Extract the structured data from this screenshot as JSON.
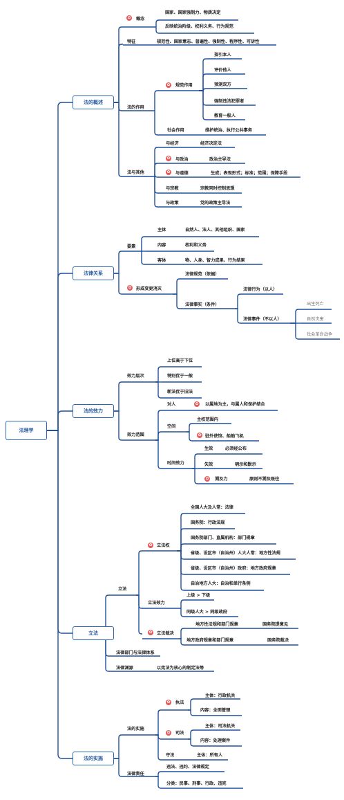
{
  "root": "法理学",
  "s1": {
    "title": "法的概述",
    "gainian": "概念",
    "gainian_1": "国家、国家强制力、物质决定",
    "gainian_2": "反映统治阶级、权利义务、行为规范",
    "tezheng": "特征",
    "tezheng_1": "规范性、国家意志、普遍性、强制性、程序性、可诉性",
    "zuoyong": "法的作用",
    "guifan": "规范作用",
    "guifan_1": "指引本人",
    "guifan_2": "评价他人",
    "guifan_3": "预测双方",
    "guifan_4": "强制违法犯罪者",
    "guifan_5": "教育一般人",
    "shehui": "社会作用",
    "shehui_1": "维护统治、执行公共事务",
    "qita": "法与其他",
    "jingji": "与经济",
    "jingji_1": "经济决定法",
    "zhengzhi": "与政治",
    "zhengzhi_1": "政治主导法",
    "daode": "与道德",
    "daode_1": "生成；表现形式；标准；范围；保障手段",
    "zongjiao": "与宗教",
    "zongjiao_1": "宗教同时控制思想",
    "zhengce": "与政策",
    "zhengce_1": "党的政策主导法"
  },
  "s2": {
    "title": "法律关系",
    "yaosu": "要素",
    "zhuti": "主体",
    "zhuti_1": "自然人、法人、其他组织、国家",
    "neirong": "内容",
    "neirong_1": "权利和义务",
    "keti": "客体",
    "keti_1": "物、人身、智力成果、行为结果",
    "xingcheng": "形成变更消灭",
    "guifan": "法律规范（依据）",
    "shishi": "法律事实（条件）",
    "xingwei": "法律行为（以人）",
    "shijian": "法律事件（不以人）",
    "sj_1": "出生死亡",
    "sj_2": "自然灾害",
    "sj_3": "社会革命战争"
  },
  "s3": {
    "title": "法的效力",
    "cengci": "效力层次",
    "cc_1": "上位高于下位",
    "cc_2": "特别优于一般",
    "cc_3": "新法优于旧法",
    "fanwei": "效力范围",
    "duiren": "对人",
    "duiren_1": "以属地为主，与属人和保护结合",
    "kongjian": "空间",
    "kj_1": "主权范围内",
    "kj_2": "驻外使馆、船舶飞机",
    "shijian": "时间效力",
    "shengxiao": "生效",
    "sx_1": "必须经公布",
    "shixiao": "失效",
    "sxiao_1": "明示和默示",
    "suji": "溯及力",
    "sj_1": "原则不溯及既往"
  },
  "s4": {
    "title": "立法",
    "lifa": "立法",
    "lifaquan": "立法权",
    "q1": "全国人大及人常：法律",
    "q2": "国务院：行政法规",
    "q3": "国务院部门、直属机构：部门规章",
    "q4": "省级、设区市（自治州）人大人常：地方性法规",
    "q5": "省级、设区市（自治州）政府：地方政府规章",
    "q6": "自治地方人大：自治和单行条例",
    "xiaoli": "立法效力",
    "x1": "上级 > 下级",
    "x2": "同级人大 > 同级政府",
    "caijue": "立法裁决",
    "c1": "地方性法规和部门规章",
    "c1b": "国务院提意见",
    "c2": "地方政府规章和部门规章",
    "c2b": "国务院裁决",
    "bumen": "法律部门与法律体系",
    "yuanyuan": "法律渊源",
    "yuanyuan_1": "以宪法为核心的制定法等"
  },
  "s5": {
    "title": "法的实施",
    "shishi": "法的实施",
    "zhifa": "执法",
    "zf_1": "主体：行政机关",
    "zf_2": "内容：全面管理",
    "sifa": "司法",
    "sf_1": "主体：司法机关",
    "sf_2": "内容：处理案件",
    "shoufa": "守法",
    "shf_1": "主体：所有人",
    "zeren": "法律责任",
    "zr_1": "违法、违约、法律规定",
    "zr_2": "分类：民事、刑事、行政、违宪"
  },
  "star_glyph": "✿",
  "colors": {
    "line": "#1f4f9a",
    "box": "#2a66b3",
    "star": "#e65a5a"
  }
}
